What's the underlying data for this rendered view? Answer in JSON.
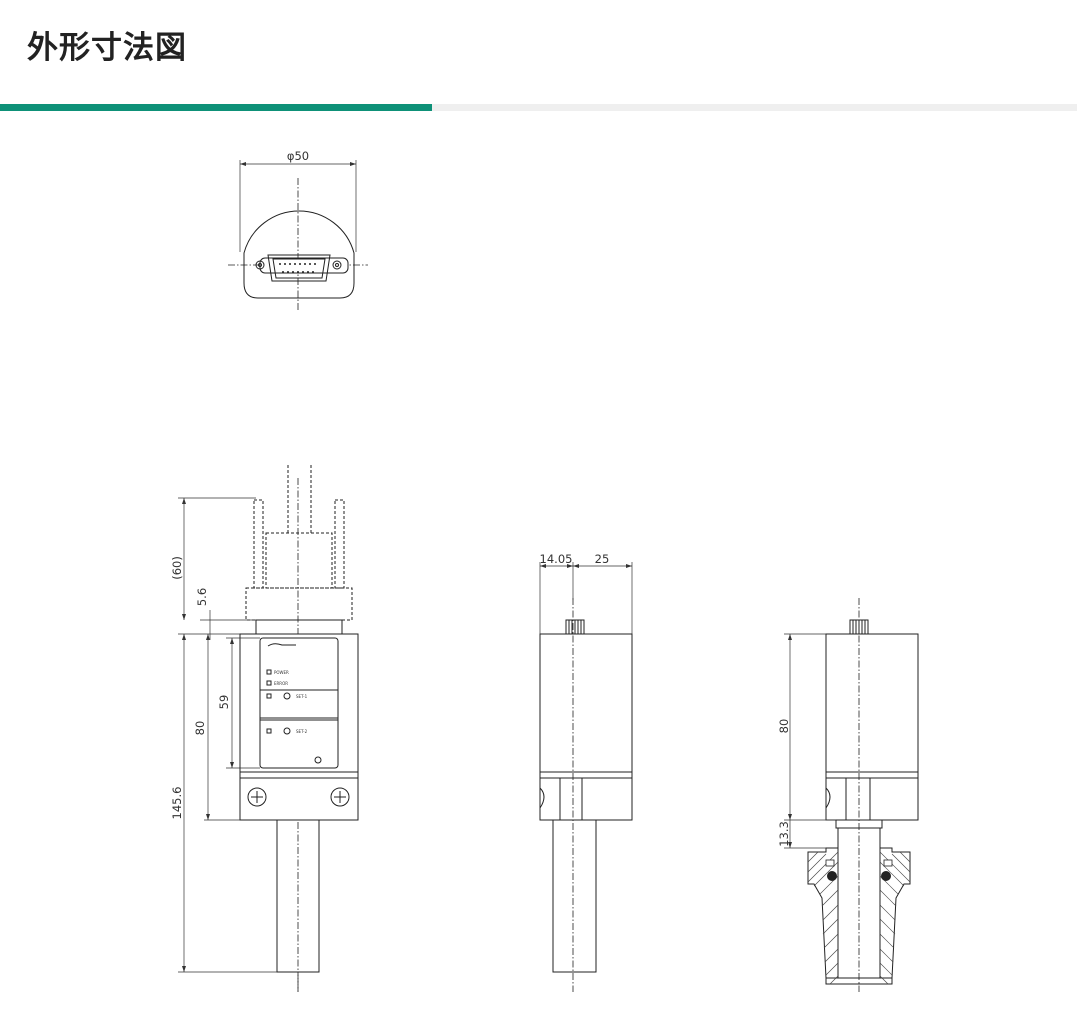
{
  "page": {
    "title": "外形寸法図",
    "accent_color": "#0e9178",
    "divider_color": "#efefef"
  },
  "drawing": {
    "top_view": {
      "diameter_label": "φ50"
    },
    "front_view": {
      "dim_cable": "(60)",
      "dim_connector": "5.6",
      "dim_body": "80",
      "dim_panel": "59",
      "dim_total": "145.6",
      "panel_labels": [
        "POWER",
        "ERROR",
        "SET-1",
        "SET-2"
      ]
    },
    "side_view": {
      "dim_left": "14.05",
      "dim_right": "25"
    },
    "section_view": {
      "dim_body": "80",
      "dim_gap": "13.3"
    }
  }
}
